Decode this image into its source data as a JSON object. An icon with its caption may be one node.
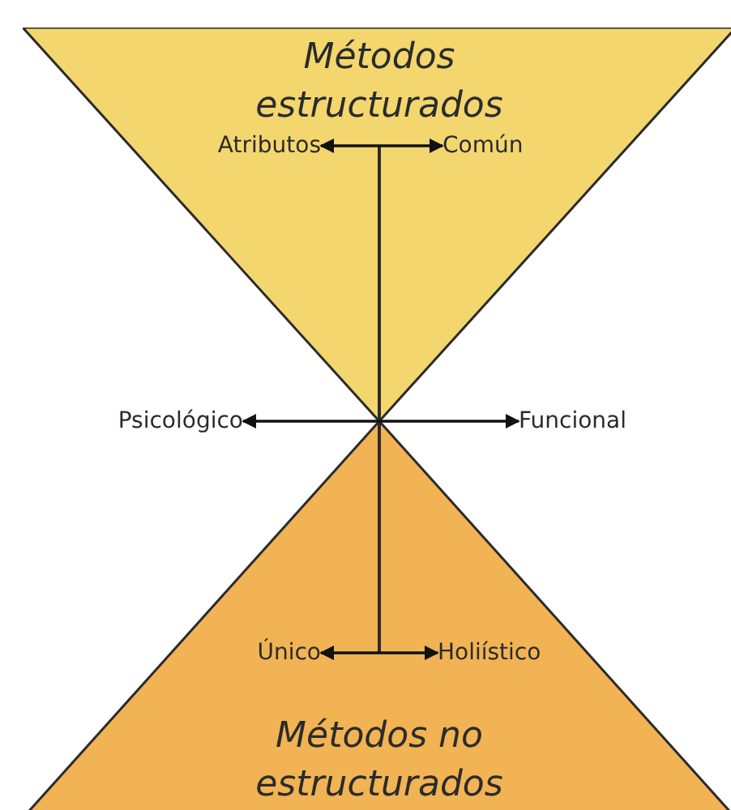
{
  "diagram": {
    "nodes": [
      {
        "text": [
          "Métodos estructurados"
        ]
      },
      {
        "text": [
          "Métodos no estructurados"
        ]
      },
      {
        "text": [
          "Atributos"
        ],
        "in": 0
      },
      {
        "text": [
          "Común"
        ],
        "in": 0
      },
      {
        "text": [
          "Psicológico"
        ]
      },
      {
        "text": [
          "Funcional"
        ]
      },
      {
        "text": [
          "Único"
        ],
        "in": 1
      },
      {
        "text": [
          "Holiístico"
        ],
        "in": 1
      }
    ],
    "edges": [
      {
        "from": 2,
        "to": 3,
        "arrow": "both"
      },
      {
        "from": 4,
        "to": 5,
        "arrow": "both"
      },
      {
        "from": 6,
        "to": 7,
        "arrow": "both"
      }
    ]
  }
}
